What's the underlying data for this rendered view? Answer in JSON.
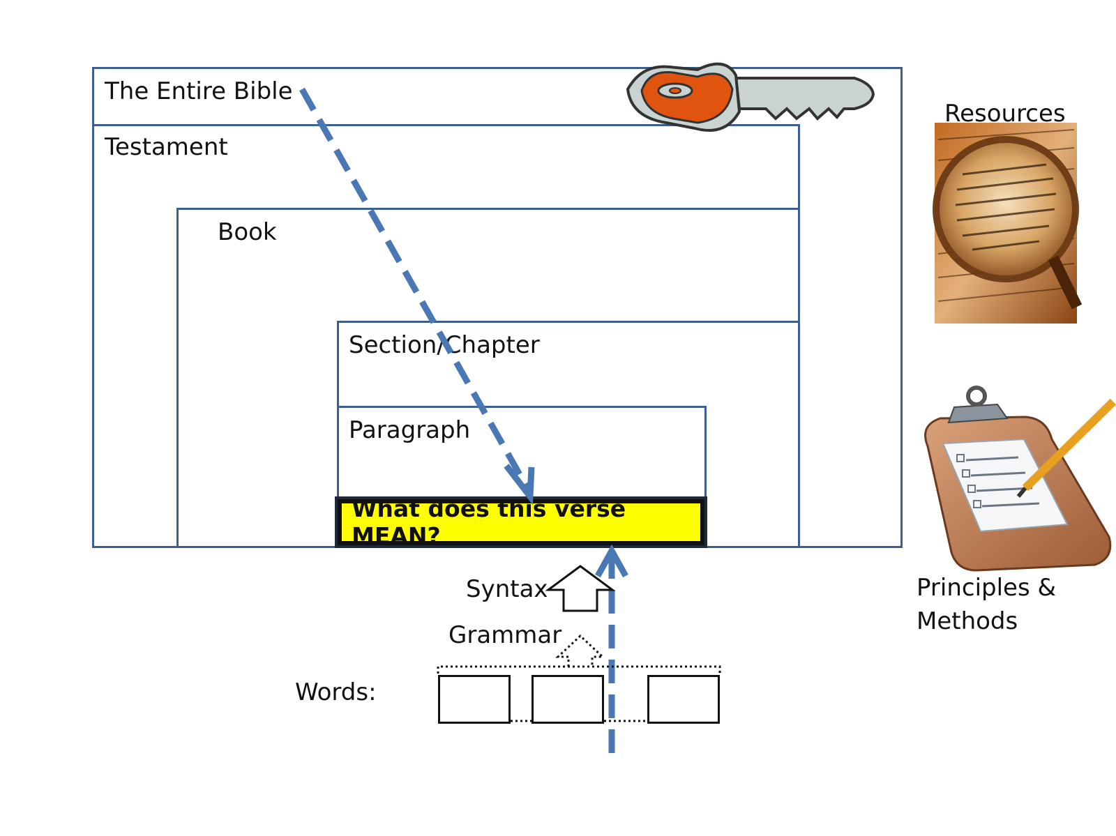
{
  "levels": {
    "entire_bible": "The Entire Bible",
    "testament": "Testament",
    "book": "Book",
    "section_chapter": "Section/Chapter",
    "paragraph": "Paragraph"
  },
  "verse_question": "What does this verse MEAN?",
  "bottom": {
    "syntax": "Syntax",
    "grammar": "Grammar",
    "words": "Words:"
  },
  "side": {
    "resources": "Resources",
    "principles_methods_line1": "Principles &",
    "principles_methods_line2": "Methods"
  },
  "colors": {
    "frame": "#3d5f8f",
    "arrow": "#4a78b5",
    "key_head": "#e0540f",
    "highlight": "#ffff00"
  },
  "icons": {
    "key": "key-icon",
    "resources_image": "magnifying-glass-dictionary-image",
    "clipboard_image": "clipboard-pencil-image"
  }
}
